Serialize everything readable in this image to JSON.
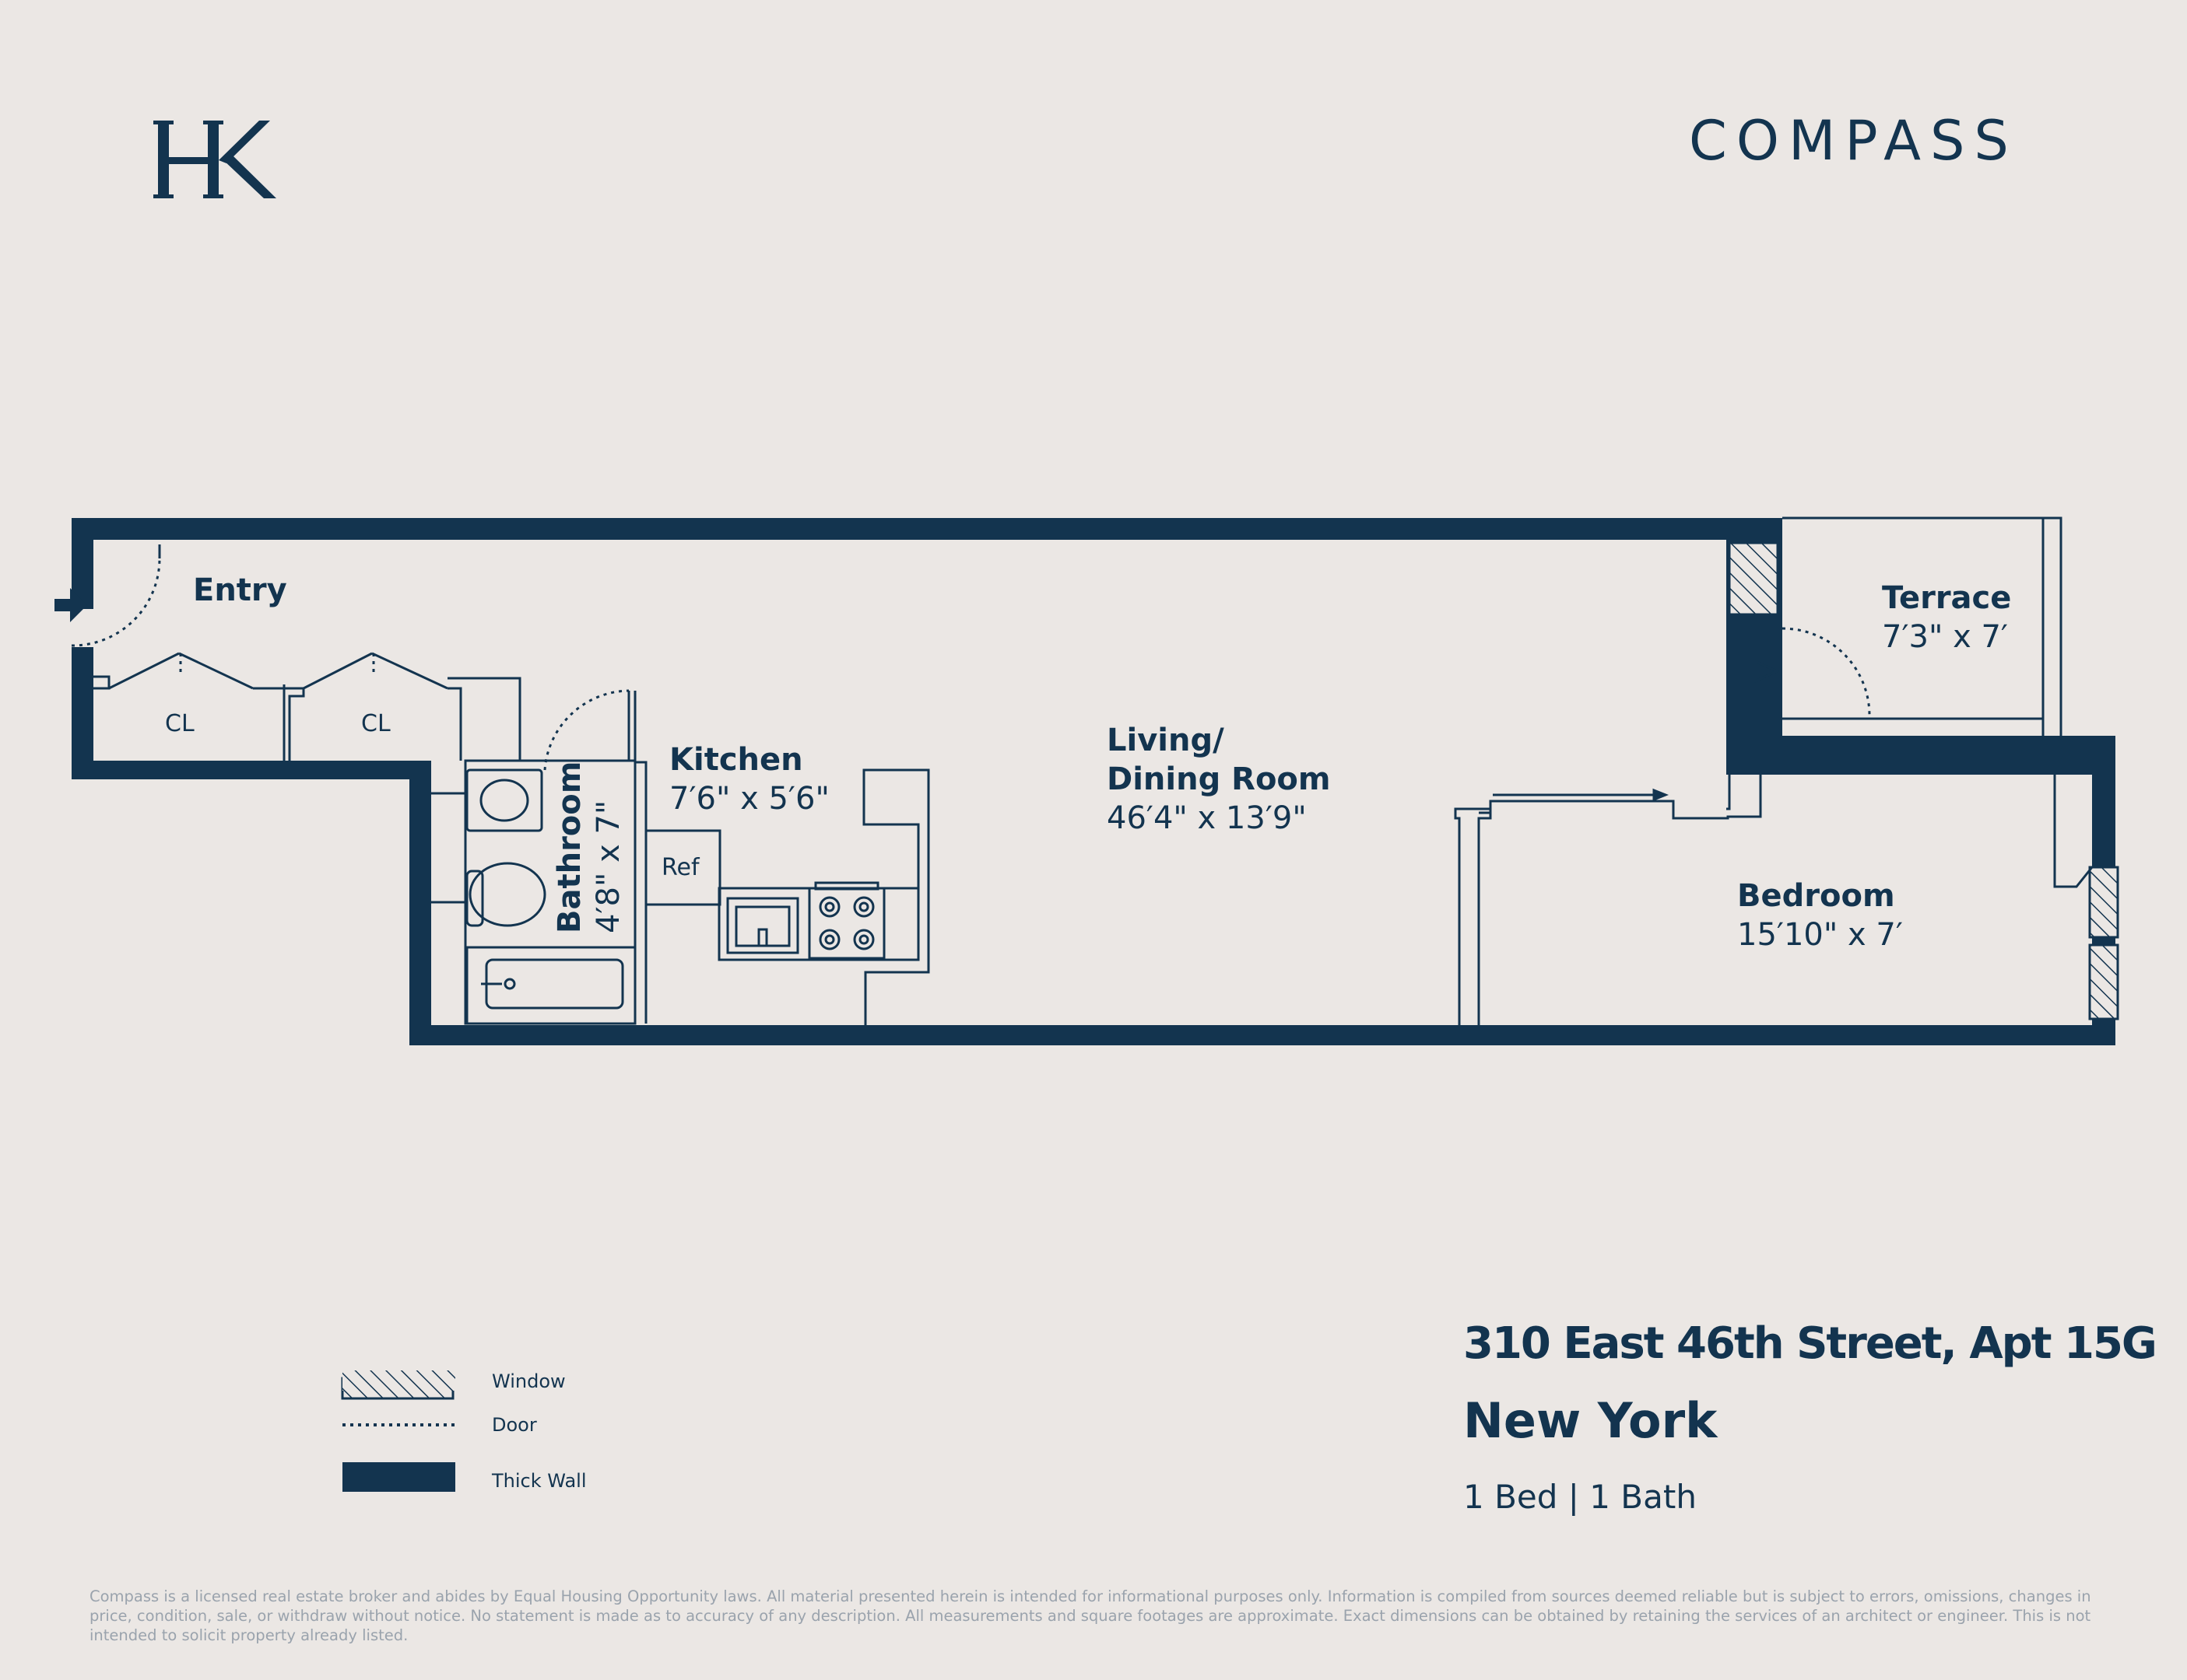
{
  "brand": {
    "left_logo": "HK",
    "right_logo": "COMPASS"
  },
  "rooms": {
    "entry": {
      "name": "Entry"
    },
    "closet_1": {
      "name": "CL"
    },
    "closet_2": {
      "name": "CL"
    },
    "kitchen": {
      "name": "Kitchen",
      "dims": "7′6\" x 5′6\""
    },
    "refrigerator": {
      "name": "Ref"
    },
    "bathroom": {
      "name": "Bathroom",
      "dims": "4′8\" x 7\""
    },
    "living": {
      "name_line1": "Living/",
      "name_line2": "Dining Room",
      "dims": "46′4\" x 13′9\""
    },
    "terrace": {
      "name": "Terrace",
      "dims": "7′3\" x 7′"
    },
    "bedroom": {
      "name": "Bedroom",
      "dims": "15′10\" x 7′"
    }
  },
  "legend": {
    "window": "Window",
    "door": "Door",
    "thick_wall": "Thick Wall"
  },
  "listing": {
    "address": "310 East 46th Street, Apt 15G",
    "city": "New York",
    "summary": "1 Bed | 1 Bath"
  },
  "disclaimer": "Compass is a licensed real estate broker and abides by Equal Housing Opportunity laws. All material presented herein is intended for informational purposes only. Information is compiled from sources deemed reliable but is subject to errors, omissions, changes in price, condition, sale, or withdraw without notice. No statement is made as to accuracy of any description. All measurements and square footages are approximate. Exact dimensions can be obtained by retaining the services of an architect or engineer. This is not intended to solicit property already listed.",
  "colors": {
    "background": "#ebe7e4",
    "navy": "#13344f"
  }
}
